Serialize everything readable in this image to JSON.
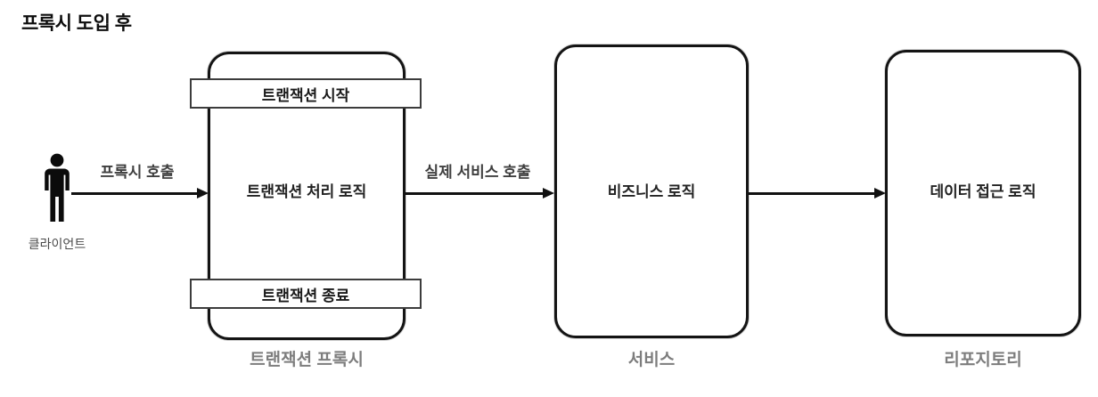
{
  "title": "프록시 도입 후",
  "client": {
    "icon": "person-icon",
    "label": "클라이언트"
  },
  "arrows": [
    {
      "label": "프록시 호출"
    },
    {
      "label": "실제 서비스 호출"
    },
    {
      "label": ""
    }
  ],
  "nodes": {
    "proxy": {
      "band_top": "트랜잭션 시작",
      "body": "트랜잭션 처리 로직",
      "band_bottom": "트랜잭션 종료",
      "caption": "트랜잭션 프록시"
    },
    "service": {
      "body": "비즈니스 로직",
      "caption": "서비스"
    },
    "repository": {
      "body": "데이터 접근 로직",
      "caption": "리포지토리"
    }
  },
  "colors": {
    "ink": "#111111",
    "node_border": "#141414",
    "band_border": "#3c3c3c",
    "body_text": "#222222",
    "caption_gray": "#7d7d7d",
    "arrow_label_gray": "#3f3f3f",
    "background": "#ffffff"
  }
}
